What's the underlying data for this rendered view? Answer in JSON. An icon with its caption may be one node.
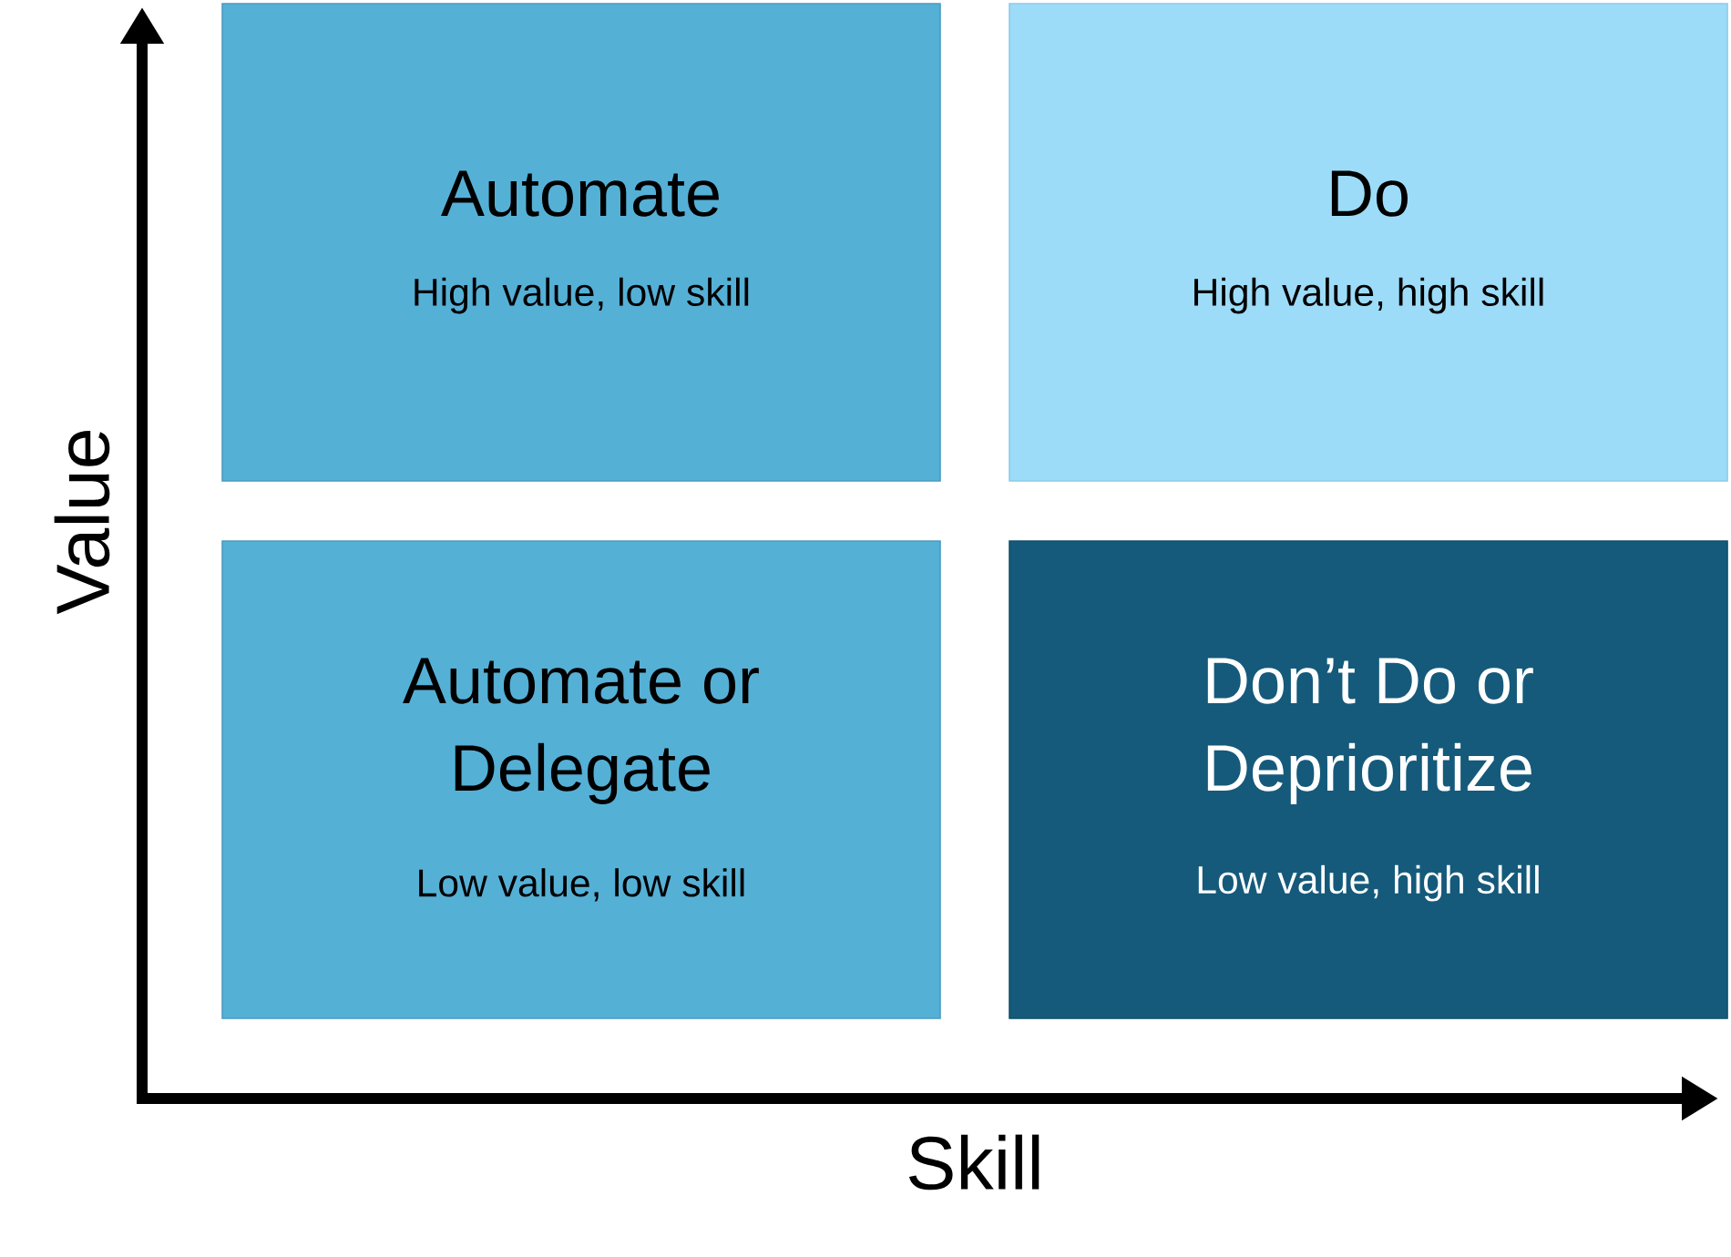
{
  "diagram": {
    "nodes": [
      {
        "text": [
          "Automate",
          "High value, low skill"
        ]
      },
      {
        "text": [
          "Do",
          "High value, high skill"
        ]
      },
      {
        "text": [
          "Automate or Delegate",
          "Low value, low skill"
        ]
      },
      {
        "text": [
          "Don’t Do or Deprioritize",
          "Low value, high skill"
        ]
      }
    ],
    "labels": [
      "Value",
      "Skill"
    ]
  }
}
